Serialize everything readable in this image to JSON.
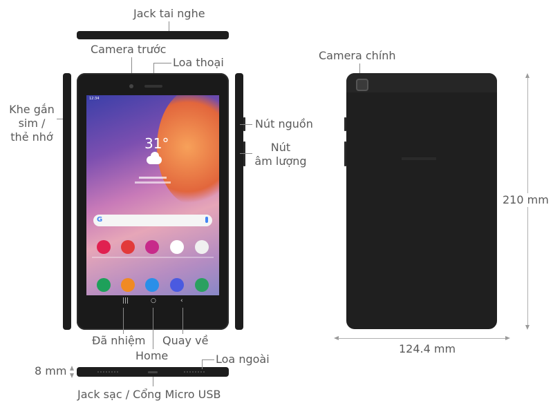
{
  "labels": {
    "headphone_jack": "Jack tai nghe",
    "front_camera": "Camera trước",
    "earpiece": "Loa thoại",
    "sim_slot_line1": "Khe gắn",
    "sim_slot_line2": "sim /",
    "sim_slot_line3": "thẻ nhớ",
    "power_button": "Nút nguồn",
    "volume_line1": "Nút",
    "volume_line2": "âm lượng",
    "main_camera": "Camera chính",
    "multitask": "Đã nhiệm",
    "back": "Quay về",
    "home": "Home",
    "external_speaker": "Loa ngoài",
    "thickness": "8 mm",
    "charging_port": "Jack sạc / Cổng Micro USB",
    "height": "210 mm",
    "width": "124.4 mm"
  },
  "screen": {
    "status_time": "12:34",
    "temperature": "31°"
  },
  "colors": {
    "device": "#1a1a1a",
    "label_text": "#5a5a5a",
    "leader_line": "#8a8a8a"
  }
}
